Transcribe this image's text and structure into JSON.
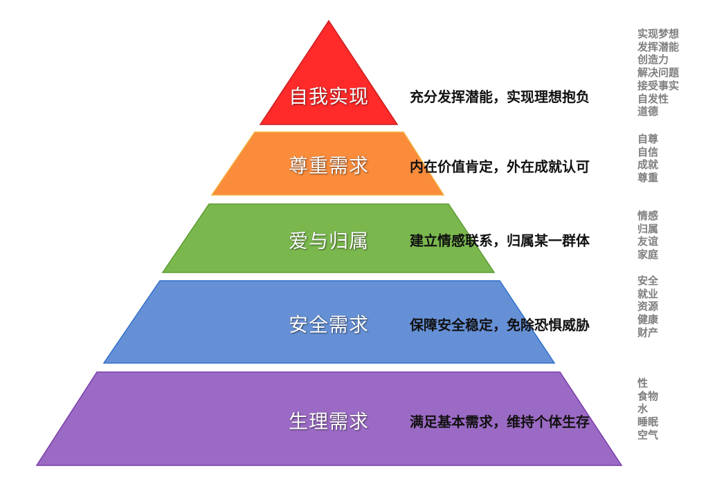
{
  "levels": [
    {
      "title": "自我实现",
      "description": "充分发挥潜能，实现理想抱负",
      "color": "#ff2a2a",
      "keywords": [
        "实现梦想",
        "发挥潜能",
        "创造力",
        "解决问题",
        "接受事实",
        "自发性",
        "道德"
      ]
    },
    {
      "title": "尊重需求",
      "description": "内在价值肯定，外在成就认可",
      "color": "#fb8c3c",
      "keywords": [
        "自尊",
        "自信",
        "成就",
        "尊重"
      ]
    },
    {
      "title": "爱与归属",
      "description": "建立情感联系，归属某一群体",
      "color": "#7ab84e",
      "keywords": [
        "情感",
        "归属",
        "友谊",
        "家庭"
      ]
    },
    {
      "title": "安全需求",
      "description": "保障安全稳定，免除恐惧威胁",
      "color": "#6690d6",
      "keywords": [
        "安全",
        "就业",
        "资源",
        "健康",
        "财产"
      ]
    },
    {
      "title": "生理需求",
      "description": "满足基本需求，维持个体生存",
      "color": "#9b6ac4",
      "keywords": [
        "性",
        "食物",
        "水",
        "睡眠",
        "空气"
      ]
    }
  ]
}
